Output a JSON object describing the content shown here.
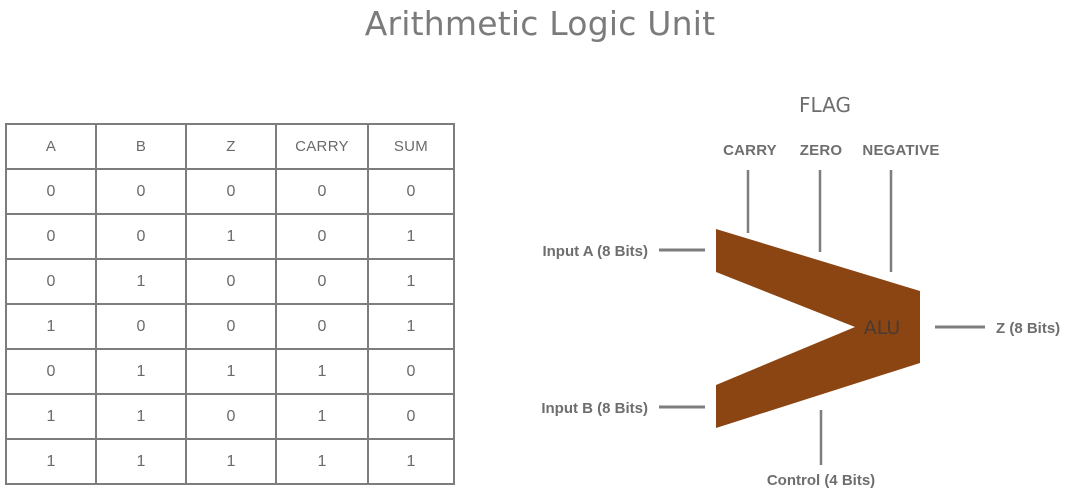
{
  "page": {
    "title": "Arithmetic Logic Unit",
    "background_color": "#ffffff",
    "text_color": "#6e6e6e",
    "accent_color": "#8B4513",
    "line_color": "#7d7d7d"
  },
  "truth_table": {
    "columns": [
      "A",
      "B",
      "Z",
      "CARRY",
      "SUM"
    ],
    "rows": [
      [
        "0",
        "0",
        "0",
        "0",
        "0"
      ],
      [
        "0",
        "0",
        "1",
        "0",
        "1"
      ],
      [
        "0",
        "1",
        "0",
        "0",
        "1"
      ],
      [
        "1",
        "0",
        "0",
        "0",
        "1"
      ],
      [
        "0",
        "1",
        "1",
        "1",
        "0"
      ],
      [
        "1",
        "1",
        "0",
        "1",
        "0"
      ],
      [
        "1",
        "1",
        "1",
        "1",
        "1"
      ]
    ]
  },
  "diagram": {
    "block_label": "ALU",
    "flag_group_label": "FLAG",
    "flags": [
      "CARRY",
      "ZERO",
      "NEGATIVE"
    ],
    "inputs": [
      "Input A (8 Bits)",
      "Input B (8 Bits)"
    ],
    "control": "Control (4 Bits)",
    "output": "Z (8 Bits)"
  }
}
